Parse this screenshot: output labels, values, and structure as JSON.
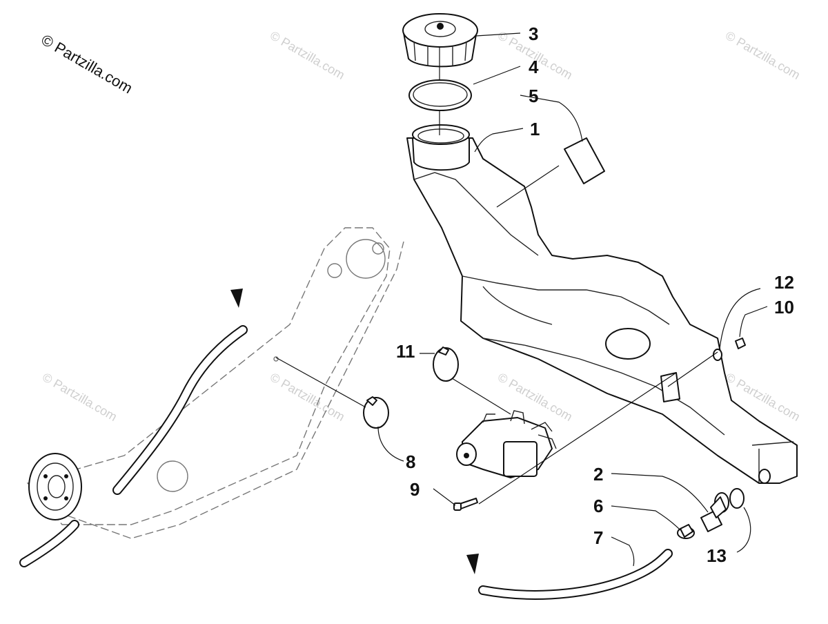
{
  "copyright": "© Partzilla.com",
  "watermark": "© Partzilla.com",
  "callouts": {
    "c1": "1",
    "c2": "2",
    "c3": "3",
    "c4": "4",
    "c5": "5",
    "c6": "6",
    "c7": "7",
    "c8": "8",
    "c9": "9",
    "c10": "10",
    "c11": "11",
    "c12": "12",
    "c13": "13"
  },
  "icons": {
    "direction_arrow": "triangle-down-arrow-icon"
  },
  "colors": {
    "line": "#111111",
    "watermark": "#cfcfcf",
    "background": "#ffffff"
  }
}
